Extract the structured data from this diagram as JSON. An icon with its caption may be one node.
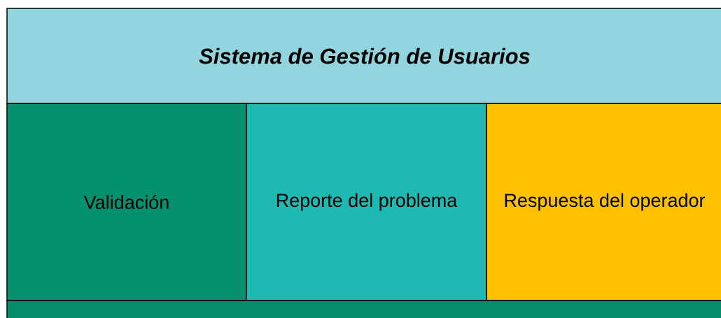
{
  "diagram": {
    "nodes": [
      {
        "text": [
          "Sistema de Gestión de Usuarios"
        ]
      },
      {
        "text": [
          "Validación"
        ]
      },
      {
        "text": [
          "Reporte del problema"
        ]
      },
      {
        "text": [
          "Respuesta del operador"
        ]
      },
      {
        "text": [],
        "shape": "box"
      }
    ]
  }
}
